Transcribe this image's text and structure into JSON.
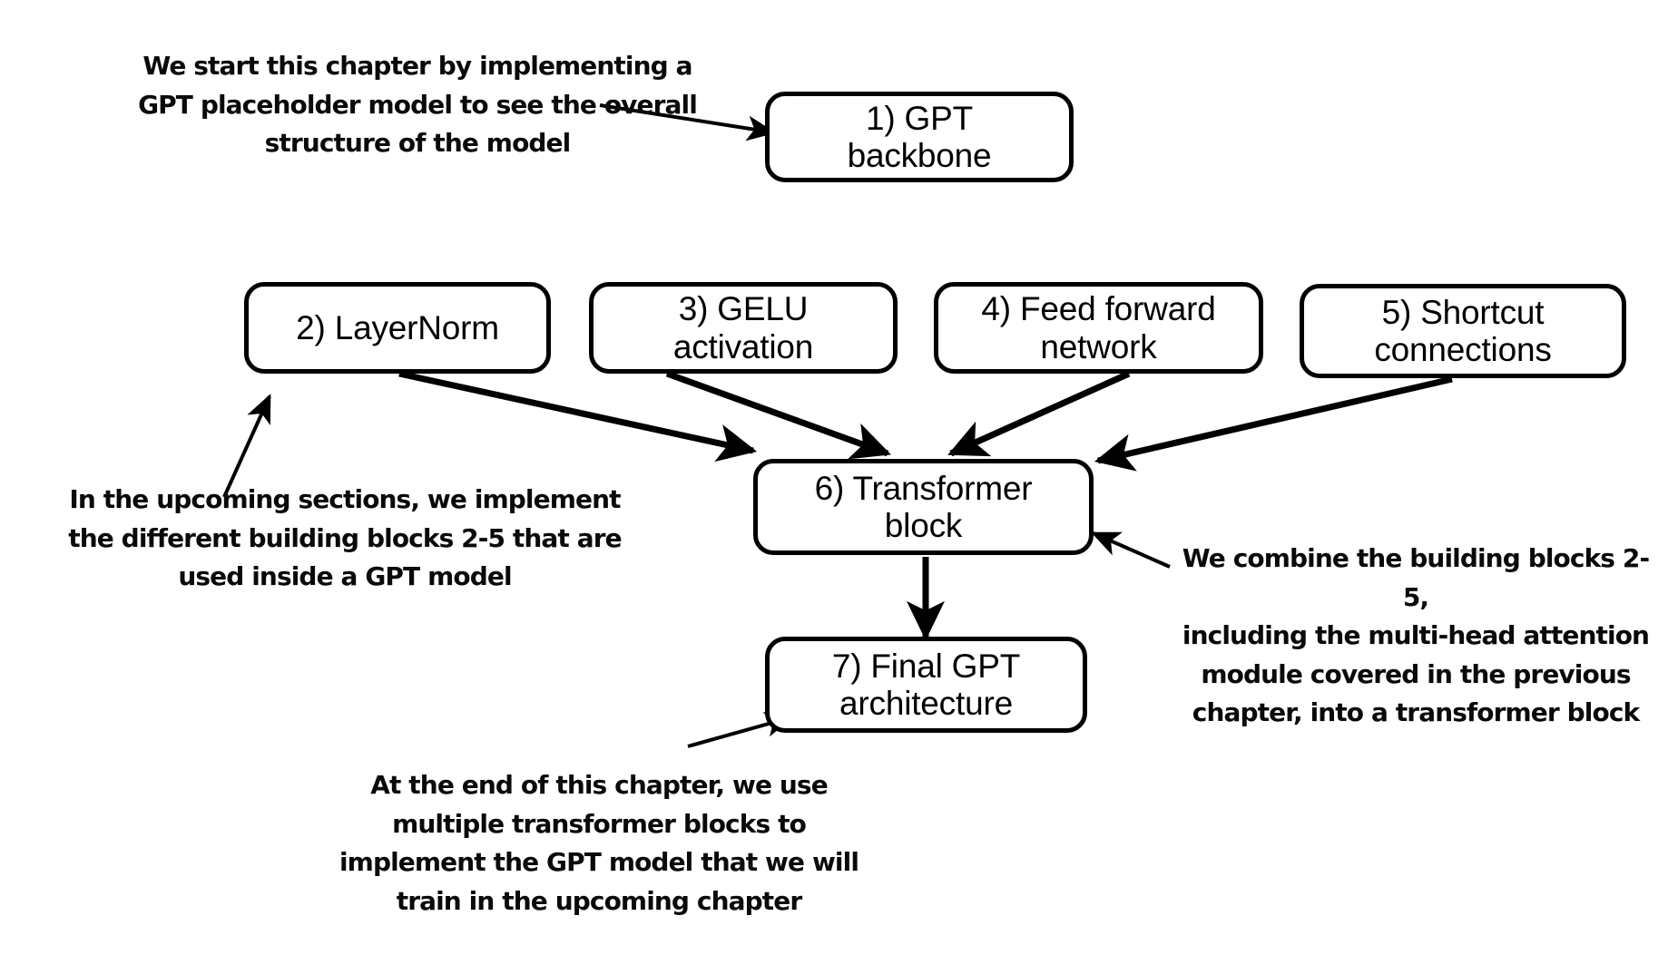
{
  "diagram": {
    "title": "GPT model chapter overview flow diagram",
    "background_color": "#ffffff",
    "stroke_color": "#000000",
    "nodes": [
      {
        "id": "gpt-backbone",
        "label": "1) GPT\nbackbone"
      },
      {
        "id": "layernorm",
        "label": "2) LayerNorm"
      },
      {
        "id": "gelu-activation",
        "label": "3) GELU\nactivation"
      },
      {
        "id": "feed-forward",
        "label": "4) Feed forward\nnetwork"
      },
      {
        "id": "shortcut",
        "label": "5) Shortcut\nconnections"
      },
      {
        "id": "transformer-block",
        "label": "6) Transformer\nblock"
      },
      {
        "id": "final-gpt",
        "label": "7) Final GPT\narchitecture"
      }
    ],
    "annotations": [
      {
        "id": "note-top-left",
        "text": "We start this chapter by implementing a\nGPT placeholder model to see the overall\nstructure of the model",
        "points_to": "1) GPT backbone"
      },
      {
        "id": "note-left",
        "text": "In the upcoming sections, we implement\nthe different building blocks 2-5 that are\nused inside a GPT model",
        "points_to": "2) LayerNorm"
      },
      {
        "id": "note-right",
        "text": "We combine the building blocks 2-5,\nincluding the multi-head attention\nmodule covered in the previous\nchapter, into a transformer block",
        "points_to": "6) Transformer block"
      },
      {
        "id": "note-bottom",
        "text": "At the end of this chapter, we use\nmultiple transformer blocks to\nimplement the GPT model that we will\ntrain in the upcoming chapter",
        "points_to": "7) Final GPT architecture"
      }
    ],
    "edges": [
      {
        "from": "note-top-left",
        "to": "gpt-backbone",
        "kind": "annotation-pointer"
      },
      {
        "from": "note-left",
        "to": "layernorm",
        "kind": "annotation-pointer"
      },
      {
        "from": "layernorm",
        "to": "transformer-block",
        "kind": "flow"
      },
      {
        "from": "gelu-activation",
        "to": "transformer-block",
        "kind": "flow"
      },
      {
        "from": "feed-forward",
        "to": "transformer-block",
        "kind": "flow"
      },
      {
        "from": "shortcut",
        "to": "transformer-block",
        "kind": "flow"
      },
      {
        "from": "note-right",
        "to": "transformer-block",
        "kind": "annotation-pointer"
      },
      {
        "from": "transformer-block",
        "to": "final-gpt",
        "kind": "flow"
      },
      {
        "from": "note-bottom",
        "to": "final-gpt",
        "kind": "annotation-pointer"
      }
    ]
  }
}
